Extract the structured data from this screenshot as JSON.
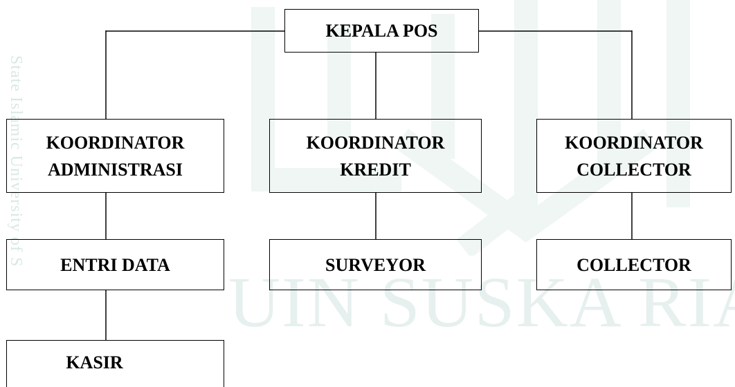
{
  "colors": {
    "line": "#000000",
    "box_border": "#000000",
    "text": "#000000",
    "watermark": "#b9d7cf"
  },
  "watermark": {
    "side_text": "State Islamic University of S",
    "main_text": "UIN SUSKA RIAU"
  },
  "org_chart": {
    "head": "KEPALA POS",
    "coordinators": [
      {
        "line1": "KOORDINATOR",
        "line2": "ADMINISTRASI"
      },
      {
        "line1": "KOORDINATOR",
        "line2": "KREDIT"
      },
      {
        "line1": "KOORDINATOR",
        "line2": "COLLECTOR"
      }
    ],
    "staff": {
      "entri_data": "ENTRI DATA",
      "surveyor": "SURVEYOR",
      "collector": "COLLECTOR",
      "kasir": "KASIR"
    }
  }
}
